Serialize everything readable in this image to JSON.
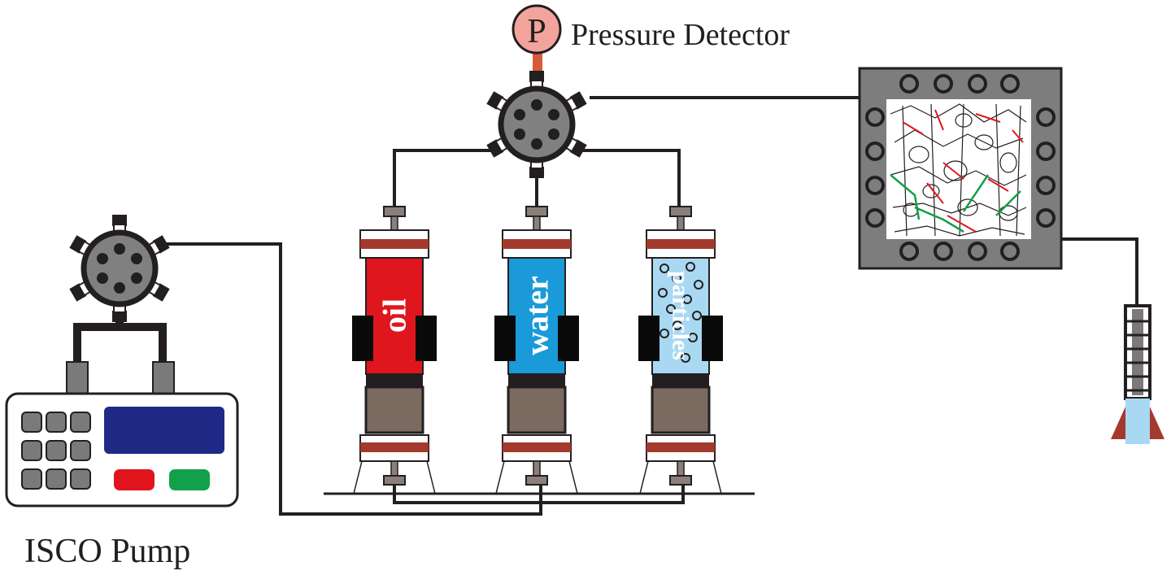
{
  "labels": {
    "pressure_detector": "Pressure Detector",
    "pressure_symbol": "P",
    "pump": "ISCO Pump"
  },
  "cylinders": [
    {
      "label": "oil",
      "fill": "#e0161e"
    },
    {
      "label": "water",
      "fill": "#1a9ad8"
    },
    {
      "label": "particles",
      "fill": "#a9d8f2"
    }
  ],
  "colors": {
    "line": "#231f20",
    "valve_body": "#808080",
    "band": "#a33a2d",
    "gauge": "#f2a39b",
    "pump_screen": "#1f2a87",
    "pump_button_red": "#e1141d",
    "pump_button_green": "#12a04a",
    "model_frame": "#7d7d7d",
    "crack_red": "#e0161e",
    "crack_green": "#12a04a",
    "piston": "#7a6a60"
  },
  "icons": {
    "valves": "six-port-valve-icon",
    "gauge": "pressure-gauge-icon",
    "collector": "collection-vessel-icon",
    "micromodel": "micromodel-icon"
  }
}
